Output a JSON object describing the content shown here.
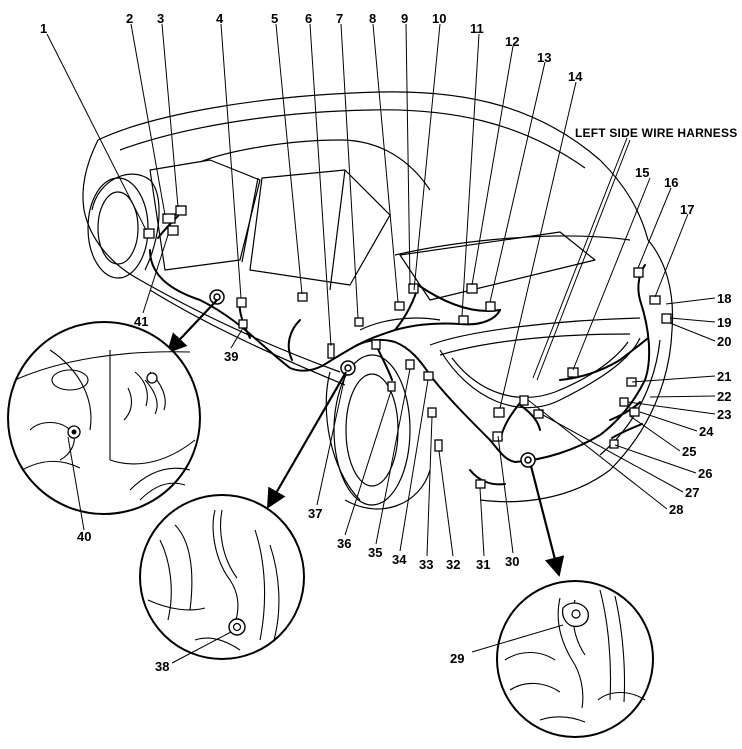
{
  "title": "LEFT SIDE WIRE HARNESS",
  "callouts": [
    "1",
    "2",
    "3",
    "4",
    "5",
    "6",
    "7",
    "8",
    "9",
    "10",
    "11",
    "12",
    "13",
    "14",
    "15",
    "16",
    "17",
    "18",
    "19",
    "20",
    "21",
    "22",
    "23",
    "24",
    "25",
    "26",
    "27",
    "28",
    "29",
    "30",
    "31",
    "32",
    "33",
    "34",
    "35",
    "36",
    "37",
    "38",
    "39",
    "40",
    "41"
  ],
  "colors": {
    "line": "#000000",
    "background": "#ffffff"
  },
  "insets": [
    {
      "name": "ground-detail-left",
      "callout": "40"
    },
    {
      "name": "ground-detail-center",
      "callout": "38"
    },
    {
      "name": "ground-detail-rear",
      "callout": "29"
    }
  ]
}
